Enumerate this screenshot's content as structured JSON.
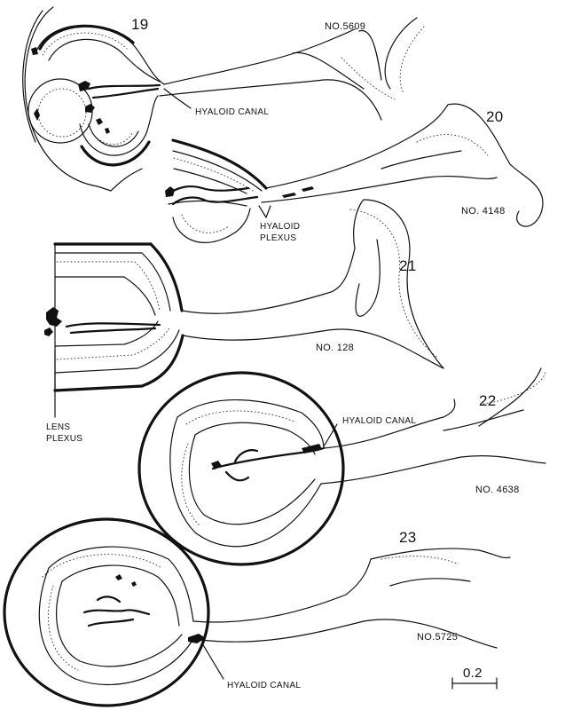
{
  "figures": [
    {
      "number": "19",
      "specimen": "NO.5609",
      "annotations": [
        "HYALOID CANAL"
      ]
    },
    {
      "number": "20",
      "specimen": "NO. 4148",
      "annotations": [
        "HYALOID",
        "PLEXUS"
      ]
    },
    {
      "number": "21",
      "specimen": "NO. 128",
      "annotations": [
        "LENS",
        "PLEXUS"
      ]
    },
    {
      "number": "22",
      "specimen": "NO. 4638",
      "annotations": [
        "HYALOID CANAL"
      ]
    },
    {
      "number": "23",
      "specimen": "NO.5725",
      "annotations": [
        "HYALOID CANAL"
      ]
    }
  ],
  "scale_bar": {
    "value": "0.2"
  },
  "colors": {
    "ink": "#111111",
    "paper": "#ffffff"
  }
}
